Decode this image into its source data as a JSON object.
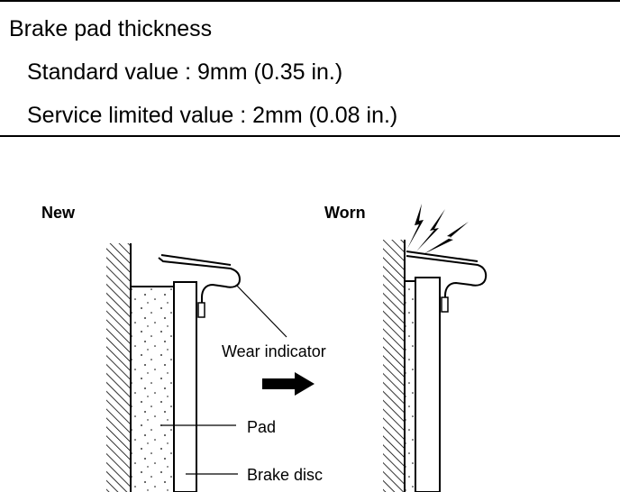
{
  "spec": {
    "title": "Brake pad thickness",
    "standard": "Standard value : 9mm (0.35 in.)",
    "service_limit": "Service limited value : 2mm (0.08 in.)"
  },
  "diagram": {
    "label_new": "New",
    "label_worn": "Worn",
    "callout_wear_indicator": "Wear indicator",
    "callout_pad": "Pad",
    "callout_brake_disc": "Brake disc",
    "arrow_icon": "right-arrow-icon",
    "noise_icon": "squeal-lightning-icon"
  }
}
